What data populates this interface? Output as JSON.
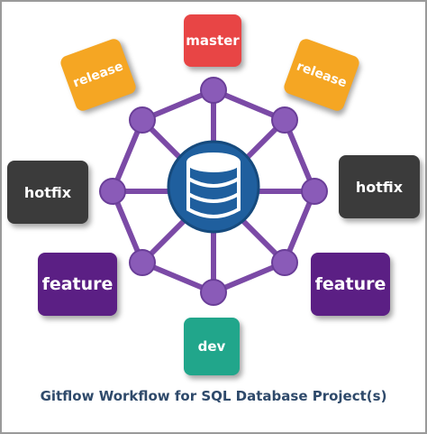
{
  "diagram": {
    "branches": {
      "master": "master",
      "release_left": "release",
      "release_right": "release",
      "hotfix_left": "hotfix",
      "hotfix_right": "hotfix",
      "feature_left": "feature",
      "feature_right": "feature",
      "dev": "dev"
    },
    "caption": "Gitflow Workflow for SQL Database Project(s)",
    "center_icon": "database-icon"
  },
  "colors": {
    "master": "#e84545",
    "release": "#f5a623",
    "hotfix": "#3b3b3b",
    "feature": "#5b1f84",
    "dev": "#21a68b",
    "network": "#7b4aa6",
    "database": "#1f5f9e"
  }
}
